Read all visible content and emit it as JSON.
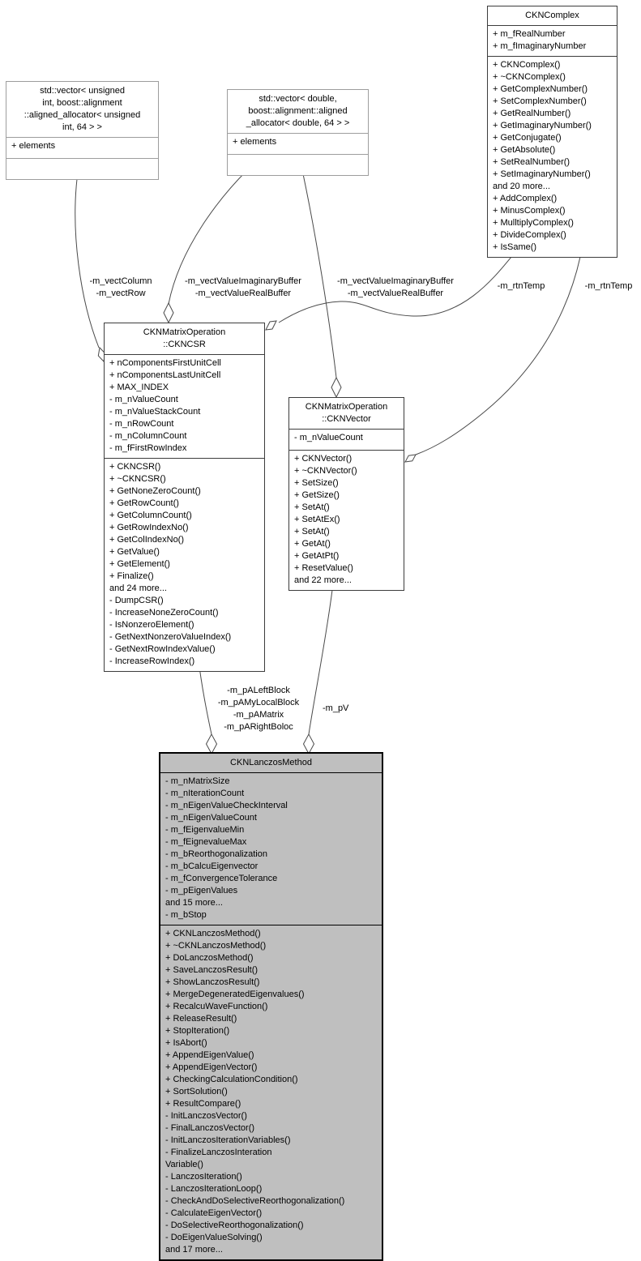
{
  "colors": {
    "node_fill": "#ffffff",
    "highlight_fill": "#bfbfbf",
    "node_border": "#3c3c3c",
    "template_border": "#9d9d9d",
    "edge": "#4a4a4a"
  },
  "nodes": {
    "vector_uint": {
      "title": "std::vector< unsigned\n int, boost::alignment\n::aligned_allocator< unsigned\nint, 64 > >",
      "attrs": [
        "+ elements"
      ],
      "methods": []
    },
    "vector_double": {
      "title": "std::vector< double,\n boost::alignment::aligned\n_allocator< double, 64 > >",
      "attrs": [
        "+ elements"
      ],
      "methods": []
    },
    "ckncomplex": {
      "title": "CKNComplex",
      "attrs": [
        "+ m_fRealNumber",
        "+ m_fImaginaryNumber"
      ],
      "methods": [
        "+ CKNComplex()",
        "+ ~CKNComplex()",
        "+ GetComplexNumber()",
        "+ SetComplexNumber()",
        "+ GetRealNumber()",
        "+ GetImaginaryNumber()",
        "+ GetConjugate()",
        "+ GetAbsolute()",
        "+ SetRealNumber()",
        "+ SetImaginaryNumber()",
        "and 20 more...",
        "+ AddComplex()",
        "+ MinusComplex()",
        "+ MulltiplyComplex()",
        "+ DivideComplex()",
        "+ IsSame()"
      ]
    },
    "ckncsr": {
      "title": "CKNMatrixOperation\n::CKNCSR",
      "attrs": [
        "+ nComponentsFirstUnitCell",
        "+ nComponentsLastUnitCell",
        "+ MAX_INDEX",
        "- m_nValueCount",
        "- m_nValueStackCount",
        "- m_nRowCount",
        "- m_nColumnCount",
        "- m_fFirstRowIndex"
      ],
      "methods": [
        "+ CKNCSR()",
        "+ ~CKNCSR()",
        "+ GetNoneZeroCount()",
        "+ GetRowCount()",
        "+ GetColumnCount()",
        "+ GetRowIndexNo()",
        "+ GetColIndexNo()",
        "+ GetValue()",
        "+ GetElement()",
        "+ Finalize()",
        "and 24 more...",
        "- DumpCSR()",
        "- IncreaseNoneZeroCount()",
        "- IsNonzeroElement()",
        "- GetNextNonzeroValueIndex()",
        "- GetNextRowIndexValue()",
        "- IncreaseRowIndex()"
      ]
    },
    "cknvector": {
      "title": "CKNMatrixOperation\n::CKNVector",
      "attrs": [
        "- m_nValueCount"
      ],
      "methods": [
        "+ CKNVector()",
        "+ ~CKNVector()",
        "+ SetSize()",
        "+ GetSize()",
        "+ SetAt()",
        "+ SetAtEx()",
        "+ SetAt()",
        "+ GetAt()",
        "+ GetAtPt()",
        "+ ResetValue()",
        "and 22 more..."
      ]
    },
    "cknlanczos": {
      "title": "CKNLanczosMethod",
      "attrs": [
        "- m_nMatrixSize",
        "- m_nIterationCount",
        "- m_nEigenValueCheckInterval",
        "- m_nEigenValueCount",
        "- m_fEigenvalueMin",
        "- m_fEignevalueMax",
        "- m_bReorthogonalization",
        "- m_bCalcuEigenvector",
        "- m_fConvergenceTolerance",
        "- m_pEigenValues",
        "and 15 more...",
        "- m_bStop"
      ],
      "methods": [
        "+ CKNLanczosMethod()",
        "+ ~CKNLanczosMethod()",
        "+ DoLanczosMethod()",
        "+ SaveLanczosResult()",
        "+ ShowLanczosResult()",
        "+ MergeDegeneratedEigenvalues()",
        "+ RecalcuWaveFunction()",
        "+ ReleaseResult()",
        "+ StopIteration()",
        "+ IsAbort()",
        "+ AppendEigenValue()",
        "+ AppendEigenVector()",
        "+ CheckingCalculationCondition()",
        "+ SortSolution()",
        "+ ResultCompare()",
        "- InitLanczosVector()",
        "- FinalLanczosVector()",
        "- InitLanczosIterationVariables()",
        "- FinalizeLanczosInteration\nVariable()",
        "- LanczosIteration()",
        "- LanczosIterationLoop()",
        "- CheckAndDoSelectiveReorthogonalization()",
        "- CalculateEigenVector()",
        "- DoSelectiveReorthogonalization()",
        "- DoEigenValueSolving()",
        "and 17 more..."
      ]
    }
  },
  "edge_labels": [
    {
      "id": "vect-column-row",
      "text": "-m_vectColumn\n-m_vectRow"
    },
    {
      "id": "vect-value-buffers-to-csr",
      "text": "-m_vectValueImaginaryBuffer\n-m_vectValueRealBuffer"
    },
    {
      "id": "vect-value-buffers-to-vector",
      "text": "-m_vectValueImaginaryBuffer\n-m_vectValueRealBuffer"
    },
    {
      "id": "rtn-temp-to-csr",
      "text": "-m_rtnTemp"
    },
    {
      "id": "rtn-temp-to-vector",
      "text": "-m_rtnTemp"
    },
    {
      "id": "pa-blocks",
      "text": "-m_pALeftBlock\n-m_pAMyLocalBlock\n-m_pAMatrix\n-m_pARightBoloc"
    },
    {
      "id": "pv",
      "text": "-m_pV"
    }
  ]
}
